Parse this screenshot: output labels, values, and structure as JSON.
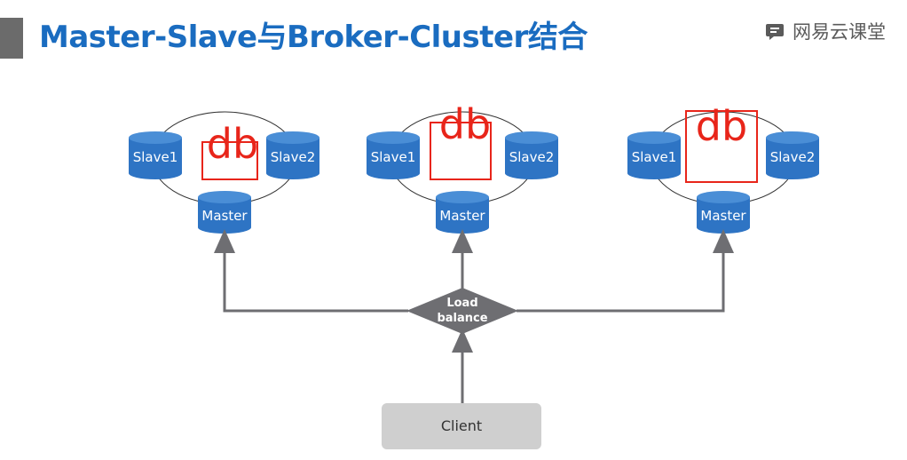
{
  "header": {
    "title": "Master-Slave与Broker-Cluster结合",
    "brand": "网易云课堂",
    "brand_icon": "chat-book-icon"
  },
  "clusters": [
    {
      "slave1": "Slave1",
      "slave2": "Slave2",
      "master": "Master",
      "annotation": "db"
    },
    {
      "slave1": "Slave1",
      "slave2": "Slave2",
      "master": "Master",
      "annotation": "db"
    },
    {
      "slave1": "Slave1",
      "slave2": "Slave2",
      "master": "Master",
      "annotation": "db"
    }
  ],
  "load_balancer": {
    "line1": "Load",
    "line2": "balance"
  },
  "client": {
    "label": "Client"
  },
  "colors": {
    "accent": "#1a6cc0",
    "db_fill": "#2e74c4",
    "db_top": "#4a8ed6",
    "annotation": "#e8251a",
    "arrow": "#6e6e72",
    "client_bg": "#cfcfcf"
  }
}
